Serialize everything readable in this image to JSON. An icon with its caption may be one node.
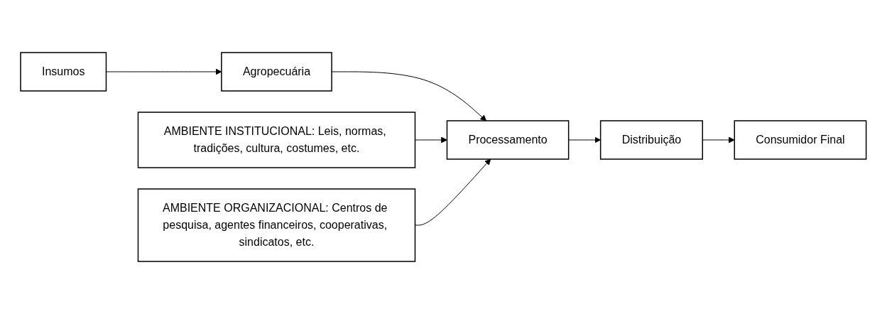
{
  "diagram": {
    "nodes": [
      {
        "text": [
          "AMBIENTE INSTITUCIONAL: Leis, normas, tradições, cultura, costumes, etc."
        ]
      },
      {
        "text": [
          "Insumos"
        ]
      },
      {
        "text": [
          "Agropecuária"
        ]
      },
      {
        "text": [
          "Processamento"
        ]
      },
      {
        "text": [
          "Distribuição"
        ]
      },
      {
        "text": [
          "Consumidor Final"
        ]
      },
      {
        "text": [
          "AMBIENTE ORGANIZACIONAL: Centros de pesquisa, agentes financeiros, cooperativas, sindicatos, etc."
        ]
      }
    ],
    "edges": [
      {
        "from": 1,
        "to": 2,
        "arrow": "to"
      },
      {
        "from": 2,
        "to": 3,
        "arrow": "to"
      },
      {
        "from": 3,
        "to": 4,
        "arrow": "to"
      },
      {
        "from": 4,
        "to": 5,
        "arrow": "to"
      },
      {
        "from": 0,
        "to": 3,
        "arrow": "to"
      },
      {
        "from": 6,
        "to": 3,
        "arrow": "to"
      }
    ]
  }
}
